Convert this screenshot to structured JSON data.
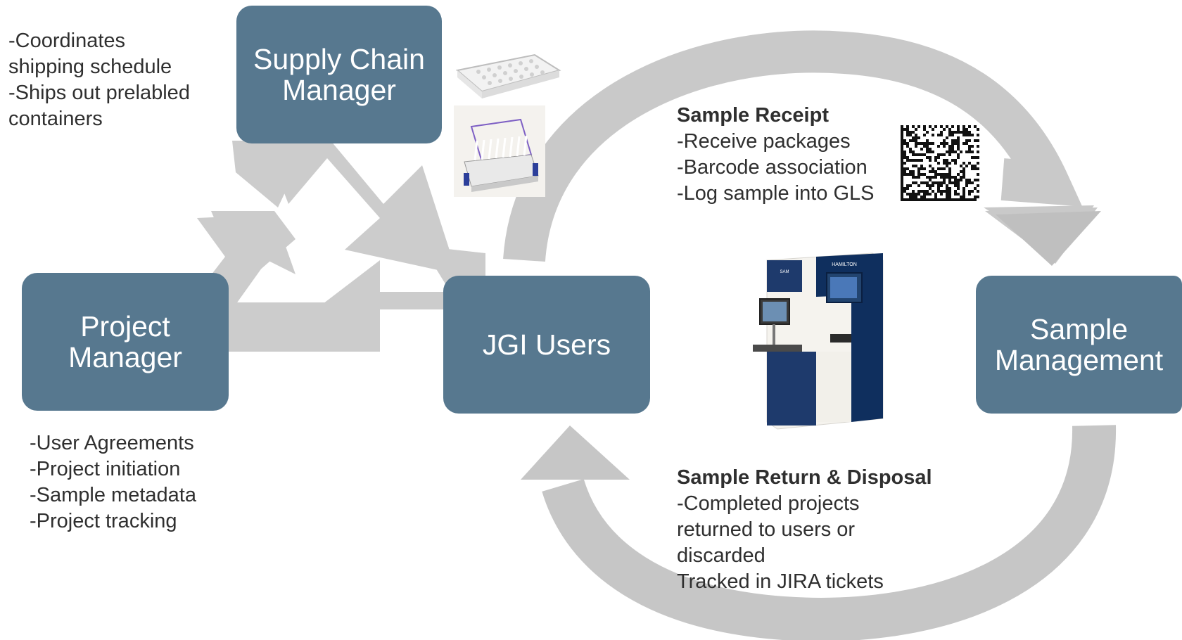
{
  "nodes": {
    "supply_chain": [
      "Supply Chain",
      "Manager"
    ],
    "project_manager": [
      "Project",
      "Manager"
    ],
    "jgi_users": [
      "JGI Users"
    ],
    "sample_management": [
      "Sample",
      "Management"
    ]
  },
  "notes": {
    "supply_chain": [
      "-Coordinates",
      "shipping schedule",
      "-Ships out prelabled",
      "containers"
    ],
    "project_manager": [
      "-User Agreements",
      "-Project initiation",
      "-Sample metadata",
      "-Project tracking"
    ],
    "sample_receipt": {
      "heading": "Sample Receipt",
      "lines": [
        "-Receive packages",
        "-Barcode association",
        "-Log sample into GLS"
      ]
    },
    "sample_return": {
      "heading": "Sample Return & Disposal",
      "lines": [
        "-Completed projects",
        "returned to users or",
        "discarded",
        " Tracked in JIRA tickets"
      ]
    }
  },
  "device": {
    "brand": "HAMILTON",
    "model": "SAM"
  },
  "colors": {
    "node": "#57788f",
    "arrow": "#c8c8c8",
    "arrow_light": "#d6d6d6",
    "text": "#2f2f2f"
  },
  "icons": [
    "recycle-arrows-icon",
    "cycle-arrow-icon",
    "microplate-icon",
    "tube-rack-icon",
    "barcode-icon",
    "sample-storage-robot-icon"
  ]
}
